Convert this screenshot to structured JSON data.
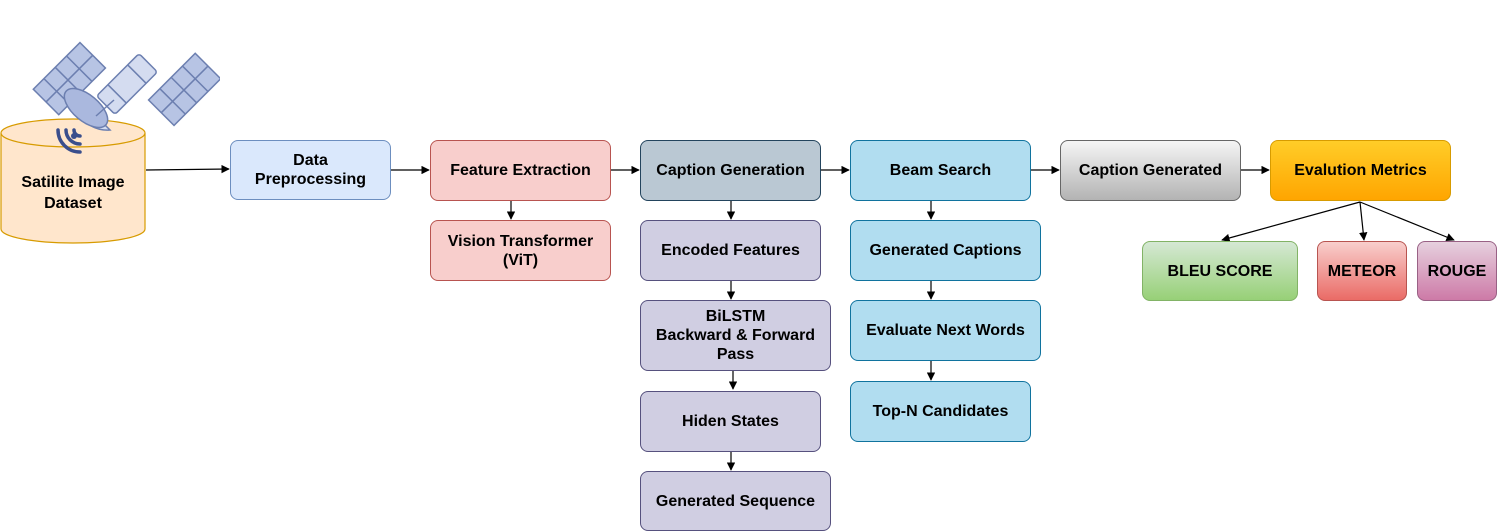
{
  "nodes": {
    "dataset": "Satilite Image\nDataset",
    "preprocessing": "Data\nPreprocessing",
    "feature_extraction": "Feature Extraction",
    "vit": "Vision Transformer\n(ViT)",
    "caption_generation": "Caption Generation",
    "encoded_features": "Encoded  Features",
    "bilstm": "BiLSTM\nBackward  & Forward\nPass",
    "hidden_states": "Hiden States",
    "generated_sequence": "Generated Sequence",
    "beam_search": "Beam Search",
    "generated_captions": "Generated Captions",
    "evaluate_next_words": "Evaluate Next Words",
    "top_n": "Top-N Candidates",
    "caption_generated": "Caption Generated",
    "evaluation_metrics": "Evalution Metrics",
    "bleu": "BLEU SCORE",
    "meteor": "METEOR",
    "rouge": "ROUGE"
  },
  "icons": {
    "satellite": "satellite-icon",
    "database": "database-cylinder-icon"
  }
}
